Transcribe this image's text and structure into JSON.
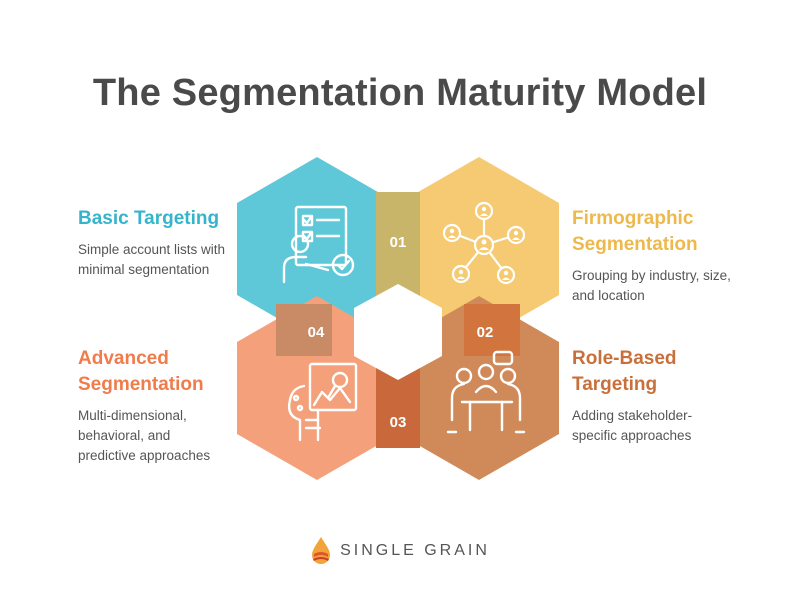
{
  "title": "The Segmentation Maturity Model",
  "colors": {
    "blue": "#5ec8d8",
    "yellow": "#f6ca72",
    "brown": "#d08a5a",
    "salmon": "#f4a07a",
    "title_blue": "#35b5cb",
    "title_yellow": "#eeb94c",
    "title_brown": "#c9703a",
    "title_salmon": "#f07b4b"
  },
  "stages": [
    {
      "number": "01",
      "title_lines": [
        "Basic Targeting"
      ],
      "desc_lines": [
        "Simple account lists with",
        "minimal segmentation"
      ],
      "icon": "checklist-person-icon"
    },
    {
      "number": "02",
      "title_lines": [
        "Firmographic",
        "Segmentation"
      ],
      "desc_lines": [
        "Grouping by industry, size,",
        "and location"
      ],
      "icon": "network-people-icon"
    },
    {
      "number": "03",
      "title_lines": [
        "Role-Based",
        "Targeting"
      ],
      "desc_lines": [
        "Adding stakeholder-",
        "specific approaches"
      ],
      "icon": "meeting-table-icon"
    },
    {
      "number": "04",
      "title_lines": [
        "Advanced",
        "Segmentation"
      ],
      "desc_lines": [
        "Multi-dimensional,",
        "behavioral, and",
        "predictive approaches"
      ],
      "icon": "ai-analytics-icon"
    }
  ],
  "brand": {
    "name": "SINGLE GRAIN",
    "logo_icon": "grain-drop-icon"
  }
}
